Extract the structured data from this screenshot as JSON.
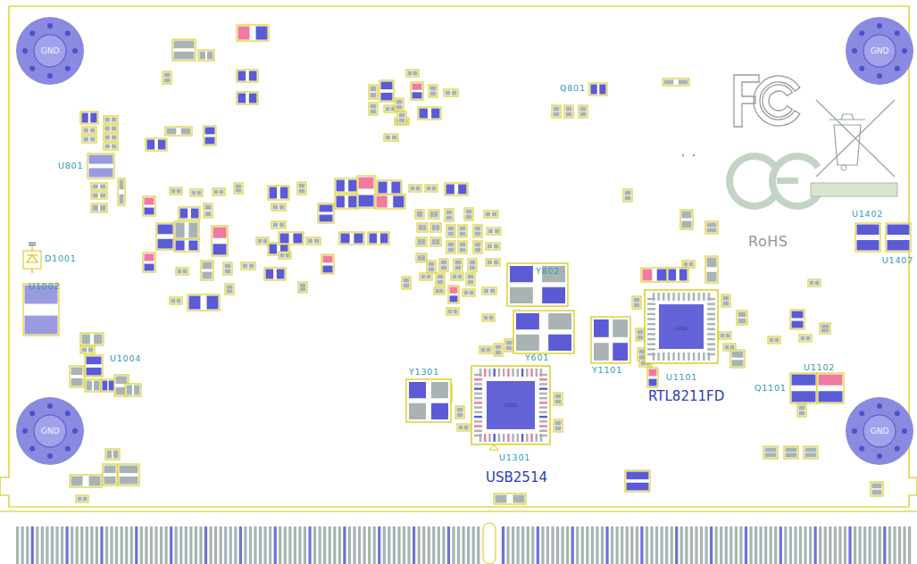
{
  "diagram": {
    "nodes": [
      {
        "text": [
          "GND"
        ]
      },
      {
        "text": [
          "GND"
        ]
      },
      {
        "text": [
          "GND"
        ]
      },
      {
        "text": [
          "GND"
        ]
      }
    ],
    "labels": [
      "Q801",
      "U801",
      "D1001",
      "U1002",
      "RoHS",
      "U1402",
      "U1407",
      "Y802",
      "Y601",
      "Y1101",
      "GND",
      "U1101",
      "RTL8211FD",
      "U1102",
      "U1004",
      "Y1301",
      "GND",
      "Q1101",
      "U1301",
      "USB2514"
    ]
  }
}
